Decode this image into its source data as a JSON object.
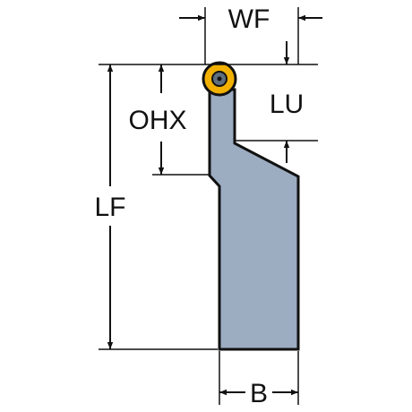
{
  "labels": {
    "wf": "WF",
    "lu": "LU",
    "ohx": "OHX",
    "lf": "LF",
    "b": "B"
  },
  "colors": {
    "body_fill": "#9cacc1",
    "outline": "#111111",
    "insert_fill": "#f2b000",
    "insert_center": "#5f6f80",
    "background": "#ffffff"
  },
  "icons": {
    "insert": "insert-screw-icon"
  }
}
